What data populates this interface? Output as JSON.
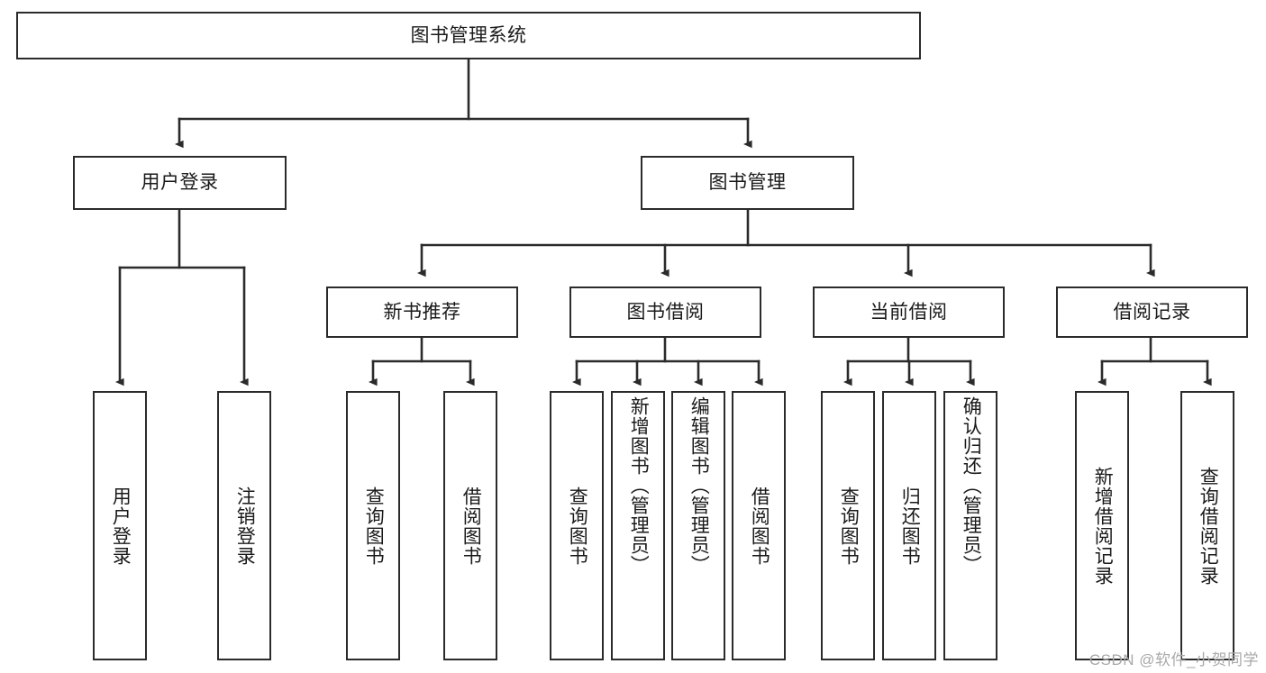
{
  "diagram": {
    "title": "图书管理系统",
    "watermark": "CSDN @软件_小贺同学",
    "accent_color": "#2b2b2b",
    "background_color": "#ffffff",
    "nodes": {
      "root": {
        "label": "图书管理系统"
      },
      "level2": [
        {
          "id": "user-login",
          "label": "用户登录"
        },
        {
          "id": "book-manage",
          "label": "图书管理"
        }
      ],
      "level3": [
        {
          "id": "new-book-recommend",
          "label": "新书推荐"
        },
        {
          "id": "book-borrow",
          "label": "图书借阅"
        },
        {
          "id": "current-borrow",
          "label": "当前借阅"
        },
        {
          "id": "borrow-record",
          "label": "借阅记录"
        }
      ],
      "leaves": {
        "user_login": [
          {
            "id": "leaf-user-login",
            "label": "用户登录"
          },
          {
            "id": "leaf-logout-login",
            "label": "注销登录"
          }
        ],
        "new_book_recommend": [
          {
            "id": "leaf-query-book-1",
            "label": "查询图书"
          },
          {
            "id": "leaf-borrow-book-1",
            "label": "借阅图书"
          }
        ],
        "book_borrow": [
          {
            "id": "leaf-query-book-2",
            "label": "查询图书"
          },
          {
            "id": "leaf-add-book",
            "label": "新增图书（管理员）"
          },
          {
            "id": "leaf-edit-book",
            "label": "编辑图书（管理员）"
          },
          {
            "id": "leaf-borrow-book-2",
            "label": "借阅图书"
          }
        ],
        "current_borrow": [
          {
            "id": "leaf-query-book-3",
            "label": "查询图书"
          },
          {
            "id": "leaf-return-book",
            "label": "归还图书"
          },
          {
            "id": "leaf-confirm-return",
            "label": "确认归还（管理员）"
          }
        ],
        "borrow_record": [
          {
            "id": "leaf-add-borrow-record",
            "label": "新增借阅记录"
          },
          {
            "id": "leaf-query-borrow-record",
            "label": "查询借阅记录"
          }
        ]
      }
    }
  }
}
